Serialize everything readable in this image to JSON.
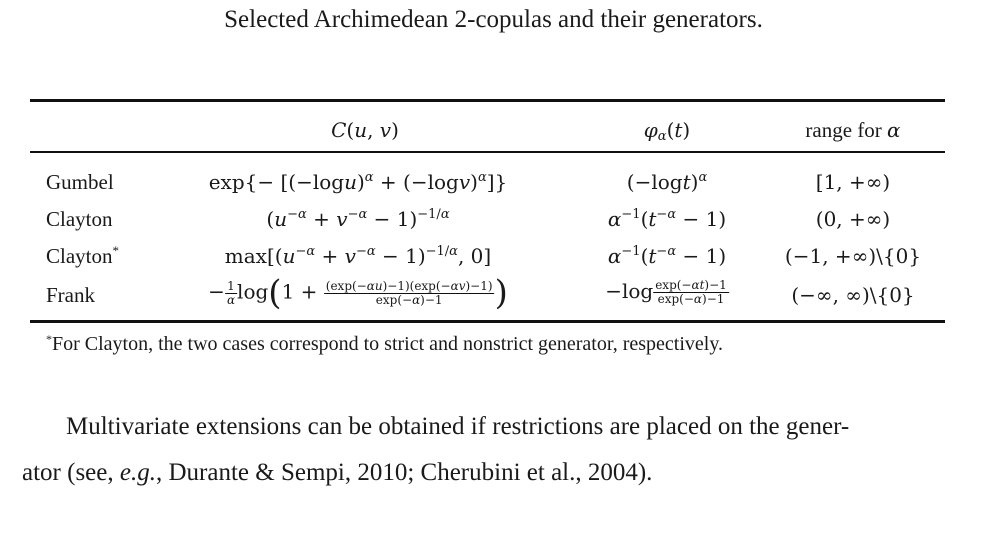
{
  "caption": "Selected Archimedean 2-copulas and their generators.",
  "table": {
    "headers": [
      "C(u, v)",
      "φα(t)",
      "range for α"
    ],
    "rows": [
      {
        "family": "Gumbel",
        "copula": "exp{−[(−logu)^α + (−logv)^α]}",
        "generator": "(−logt)^α",
        "range": "[1, +∞)"
      },
      {
        "family": "Clayton",
        "copula": "(u^−α + v^−α − 1)^−1/α",
        "generator": "α^−1(t^−α − 1)",
        "range": "(0, +∞)"
      },
      {
        "family": "Clayton",
        "family_mark": "*",
        "copula": "max[(u^−α + v^−α − 1)^−1/α, 0]",
        "generator": "α^−1(t^−α − 1)",
        "range": "(−1, +∞)\\{0}"
      },
      {
        "family": "Frank",
        "copula": "−(1/α)log(1 + (exp(−αu)−1)(exp(−αv)−1)/(exp(−α)−1))",
        "generator": "−log (exp(−αt)−1)/(exp(−α)−1)",
        "range": "(−∞, ∞)\\{0}"
      }
    ]
  },
  "footnote": {
    "mark": "*",
    "text": "For Clayton, the two cases correspond to strict and nonstrict generator, respectively."
  },
  "paragraph": {
    "line1": "Multivariate extensions can be obtained if restrictions are placed on the gener-",
    "line2_pre": "ator (see, ",
    "line2_eg": "e.g.",
    "line2_post": ", Durante & Sempi, 2010; Cherubini et al., 2004)."
  }
}
